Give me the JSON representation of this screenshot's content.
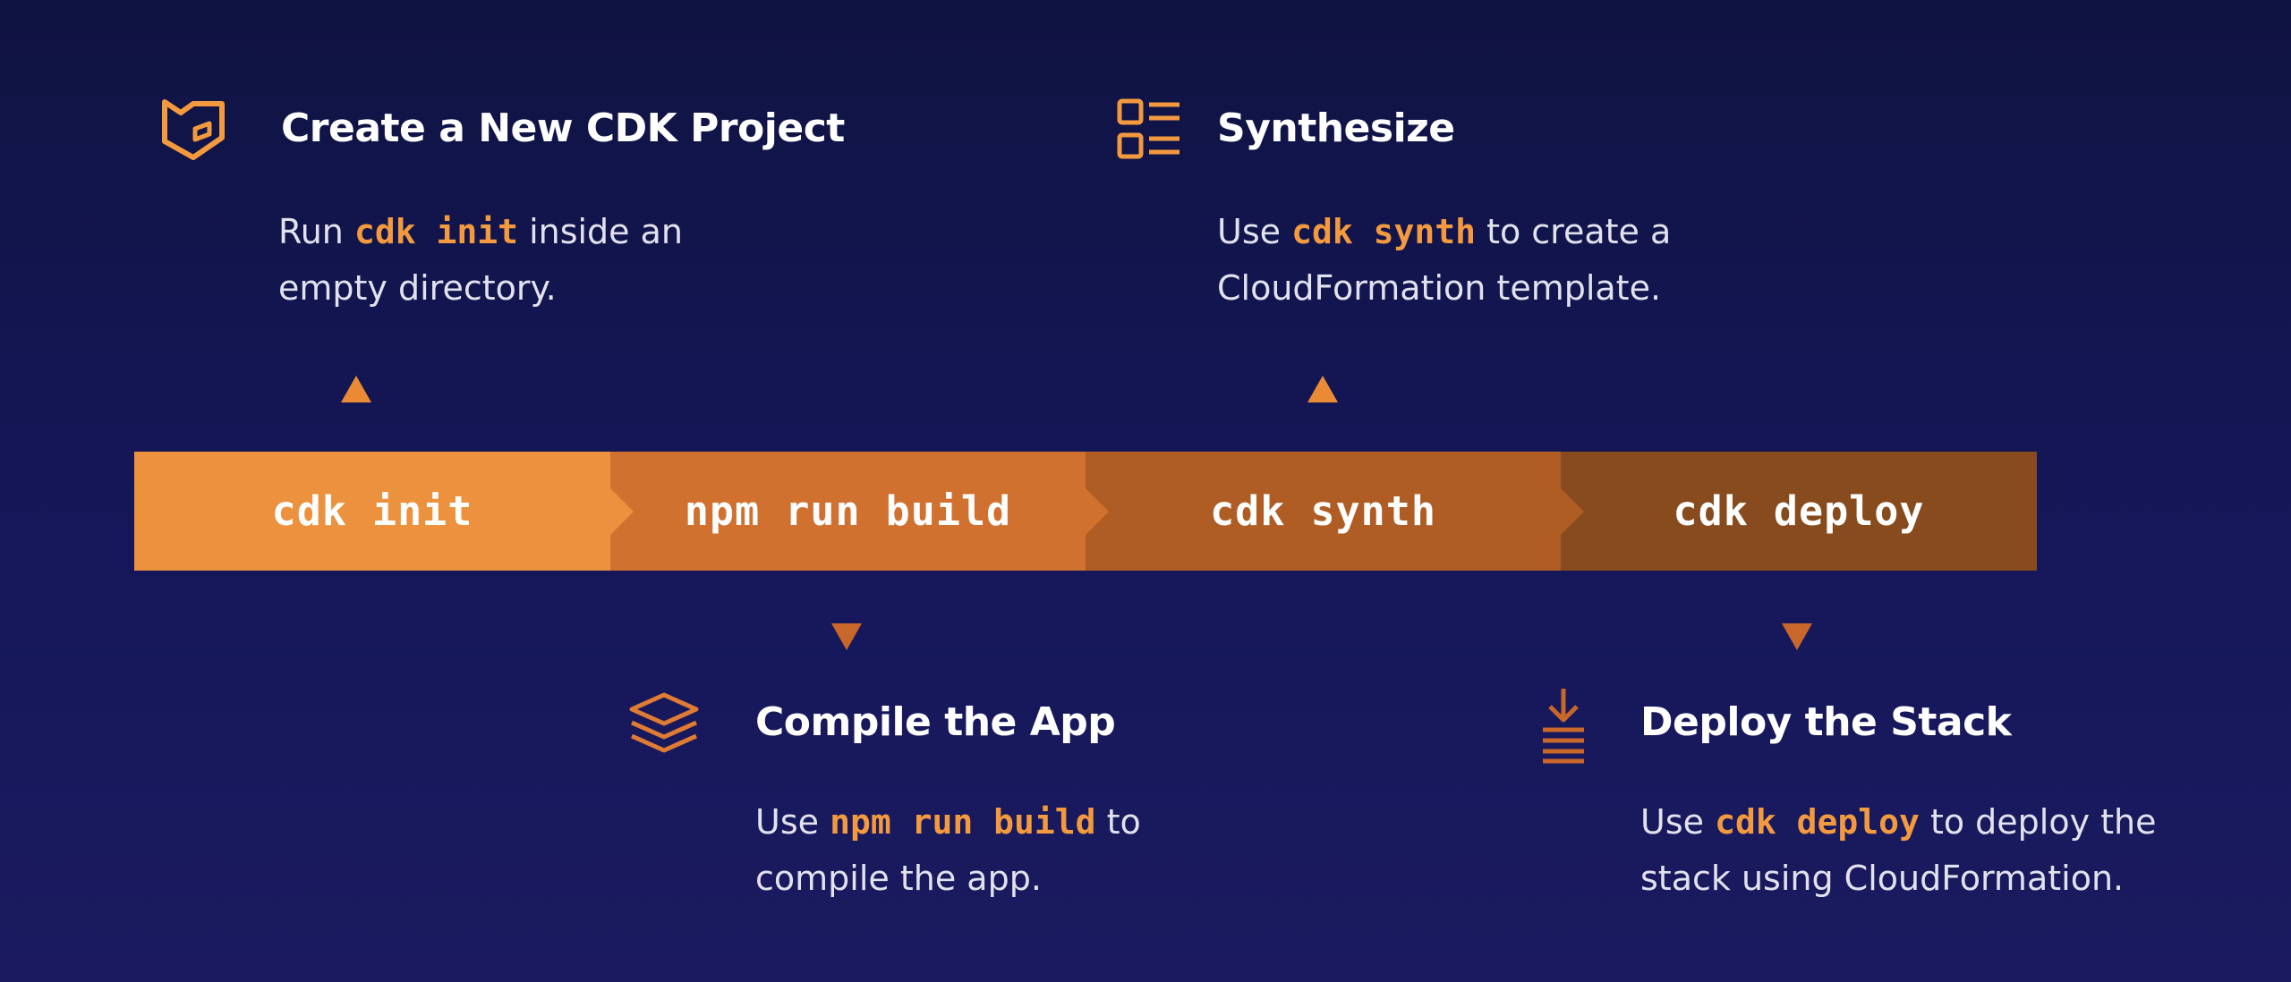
{
  "pipeline": {
    "stages": [
      {
        "label": "cdk init"
      },
      {
        "label": "npm run build"
      },
      {
        "label": "cdk synth"
      },
      {
        "label": "cdk deploy"
      }
    ]
  },
  "cards": {
    "create": {
      "icon": "cdk-logo-icon",
      "title": "Create a New CDK Project",
      "desc_pre": "Run ",
      "desc_code": "cdk init",
      "desc_post": " inside an",
      "desc_line2": "empty directory."
    },
    "synth": {
      "icon": "template-list-icon",
      "title": "Synthesize",
      "desc_pre": "Use ",
      "desc_code": "cdk synth",
      "desc_post": " to create a",
      "desc_line2": "CloudFormation template."
    },
    "compile": {
      "icon": "layers-icon",
      "title": "Compile the App",
      "desc_pre": "Use ",
      "desc_code": "npm run build",
      "desc_post": " to",
      "desc_line2": "compile the app."
    },
    "deploy": {
      "icon": "deploy-download-icon",
      "title": "Deploy the Stack",
      "desc_pre": "Use ",
      "desc_code": "cdk deploy",
      "desc_post": " to deploy the",
      "desc_line2": "stack using CloudFormation."
    }
  },
  "colors": {
    "accent": "#f39a3f",
    "stage1": "#ec913d",
    "stage2": "#d1712f",
    "stage3": "#b05d25",
    "stage4": "#874b1e",
    "background": "#15175a"
  }
}
